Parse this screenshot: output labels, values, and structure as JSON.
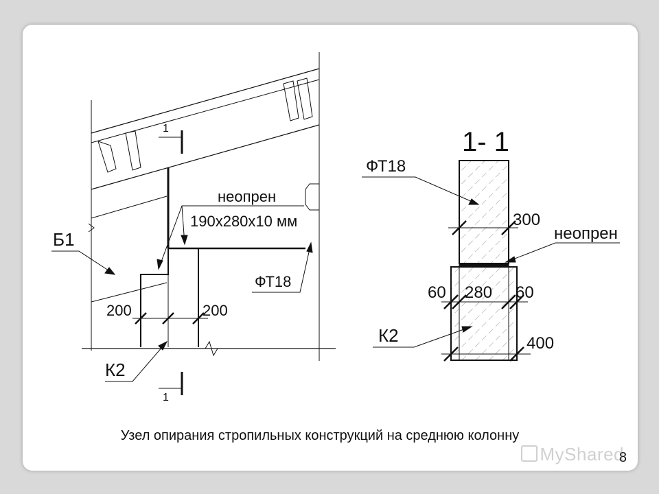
{
  "labels": {
    "section_marker_top": "1",
    "section_marker_bottom": "1",
    "neoprene_left": "неопрен",
    "neoprene_size": "190x280x10 мм",
    "b1": "Б1",
    "ft18_left": "ФТ18",
    "dim_200_left": "200",
    "dim_200_right": "200",
    "k2_left": "К2",
    "section_title": "1- 1",
    "ft18_right": "ФТ18",
    "dim_300": "300",
    "neoprene_right": "неопрен",
    "dim_60_left": "60",
    "dim_280": "280",
    "dim_60_right": "60",
    "k2_right": "К2",
    "dim_400": "400"
  },
  "caption": "Узел опирания стропильных конструкций на среднюю колонну",
  "page_number": "8",
  "watermark": "MyShared"
}
